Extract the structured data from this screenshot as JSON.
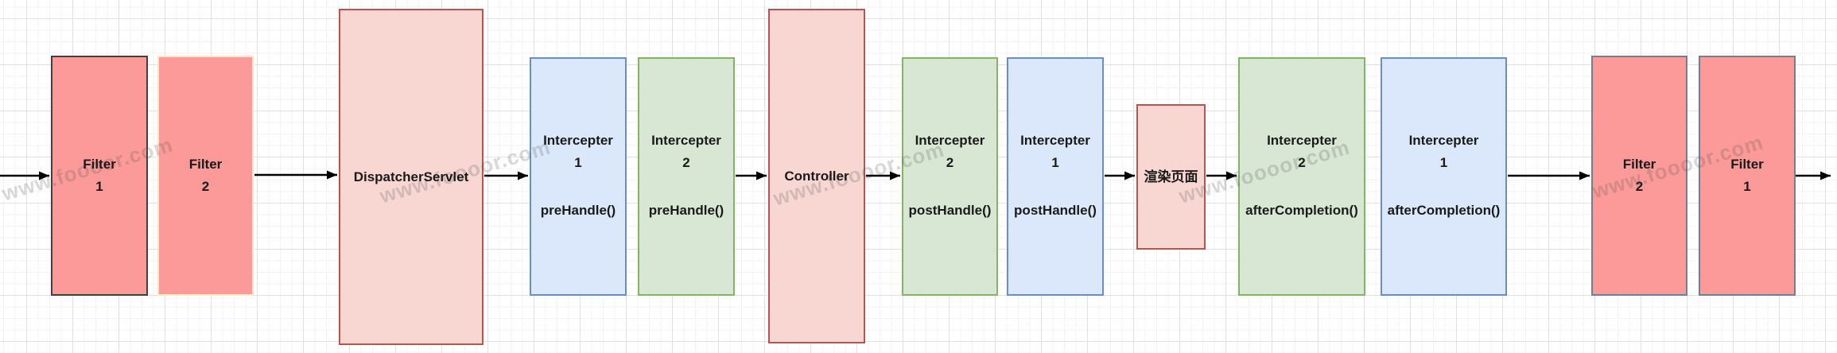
{
  "watermark": {
    "text": "www.foooor.com"
  },
  "colors": {
    "filter_fill": "#fb9a98",
    "filter1_start_stroke": "#404040",
    "filter2_start_stroke": "#ffe6c2",
    "filter_end_stroke": "#6e8096",
    "pink_fill": "#f8d7d3",
    "pink_stroke": "#b85450",
    "blue_fill": "#dbe8fb",
    "blue_stroke": "#6c8ebf",
    "green_fill": "#d7e7d4",
    "green_stroke": "#82b366",
    "arrow": "#000000",
    "grid_minor": "#f4f2f2",
    "grid_major": "#e2e0e0"
  },
  "nodes": {
    "filter1_start": {
      "label": "Filter\n1"
    },
    "filter2_start": {
      "label": "Filter\n2"
    },
    "dispatcher_servlet": {
      "label": "DispatcherServlet"
    },
    "interceptor1_pre": {
      "title": "Intercepter\n1",
      "method": "preHandle()"
    },
    "interceptor2_pre": {
      "title": "Intercepter\n2",
      "method": "preHandle()"
    },
    "controller": {
      "label": "Controller"
    },
    "interceptor2_post": {
      "title": "Intercepter\n2",
      "method": "postHandle()"
    },
    "interceptor1_post": {
      "title": "Intercepter\n1",
      "method": "postHandle()"
    },
    "render_page": {
      "label": "渲染页面"
    },
    "interceptor2_after": {
      "title": "Intercepter\n2",
      "method": "afterCompletion()"
    },
    "interceptor1_after": {
      "title": "Intercepter\n1",
      "method": "afterCompletion()"
    },
    "filter2_end": {
      "label": "Filter\n2"
    },
    "filter1_end": {
      "label": "Filter\n1"
    }
  }
}
